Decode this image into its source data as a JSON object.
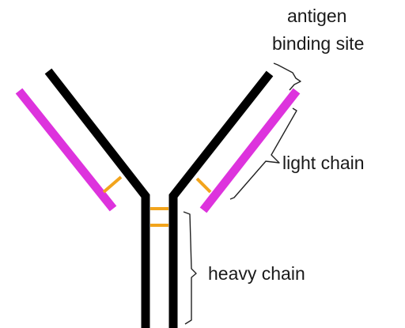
{
  "diagram": {
    "labels": {
      "antigen_line1": "antigen",
      "antigen_line2": "binding site",
      "light_chain": "light chain",
      "heavy_chain": "heavy chain"
    },
    "colors": {
      "heavy_chain": "#000000",
      "light_chain": "#dd33dd",
      "disulfide_bond": "#f2a41c"
    }
  }
}
